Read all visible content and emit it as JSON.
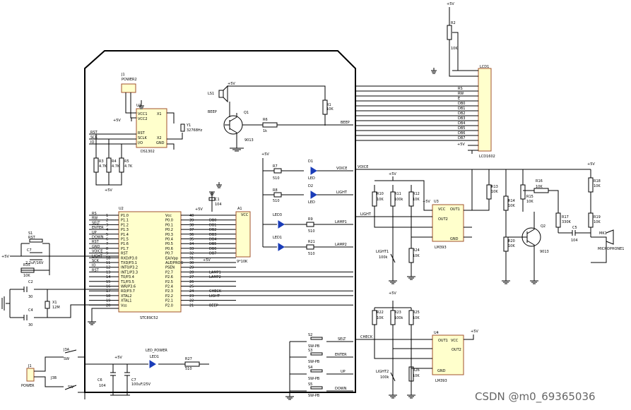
{
  "watermark": "CSDN @m0_69365036",
  "vcc": "+5V",
  "mcu": {
    "ref": "U2",
    "part": "STC89C52",
    "left": [
      "RS",
      "RW",
      "SELT",
      "ENTER",
      "UP",
      "DOWN",
      "RST",
      "GND",
      "VOICE",
      "LIGHT",
      "SCK",
      "IO",
      "RST",
      "",
      ""
    ],
    "lpins": [
      "P1.0",
      "P1.1",
      "P1.2",
      "P1.3",
      "P1.4",
      "P1.5",
      "P1.6",
      "P1.7",
      "RST",
      "RXD/P3.0",
      "TXD/P3.1",
      "INT0/P3.2",
      "INT1/P3.3",
      "T0/P3.4",
      "T1/P3.5",
      "WR/P3.6",
      "RD/P3.7",
      "XTAL2",
      "XTAL1",
      "Vss"
    ],
    "rpins": [
      "Vcc",
      "P0.0",
      "P0.1",
      "P0.2",
      "P0.3",
      "P0.4",
      "P0.5",
      "P0.6",
      "P0.7",
      "EA/Vpp",
      "ALE/PROG",
      "PSEN",
      "P2.7",
      "P2.6",
      "P2.5",
      "P2.4",
      "P2.3",
      "P2.2",
      "P2.1",
      "P2.0"
    ],
    "right": [
      "",
      "DB0",
      "DB1",
      "DB2",
      "DB3",
      "DB4",
      "DB5",
      "DB6",
      "DB7",
      "",
      "",
      "",
      "LAMP1",
      "LAMP2",
      "",
      "",
      "CHECK",
      "LIGHT",
      "",
      "BEEP"
    ]
  },
  "rtc": {
    "ref": "U1",
    "part": "DS1302",
    "pins": [
      "VCC1",
      "VCC2",
      "RST",
      "SCLK",
      "I/O",
      "X1",
      "X2",
      "GND"
    ],
    "crystal": "Y1",
    "crystal_value": "32768Hz",
    "battery": "J1",
    "battery_label": "POWER2"
  },
  "lcd": {
    "ref": "LCD1",
    "part": "LCD1602",
    "pins": [
      "",
      "",
      "RS",
      "RW",
      "E",
      "DB0",
      "DB1",
      "DB2",
      "DB3",
      "DB4",
      "DB5",
      "DB6",
      "DB7",
      "",
      "",
      ""
    ]
  },
  "resistors": [
    {
      "ref": "R2",
      "val": "10K"
    },
    {
      "ref": "R1",
      "val": "10K"
    },
    {
      "ref": "R6",
      "val": "1k"
    },
    {
      "ref": "R3",
      "val": "4.7K"
    },
    {
      "ref": "R4",
      "val": "4.7K"
    },
    {
      "ref": "R5",
      "val": "4.7K"
    },
    {
      "ref": "R7",
      "val": "510"
    },
    {
      "ref": "R8",
      "val": "510"
    },
    {
      "ref": "R9",
      "val": "510"
    },
    {
      "ref": "R21",
      "val": "510"
    },
    {
      "ref": "R10",
      "val": "10K"
    },
    {
      "ref": "R11",
      "val": "100k"
    },
    {
      "ref": "R12",
      "val": "10K"
    },
    {
      "ref": "R24",
      "val": "10K"
    },
    {
      "ref": "R13",
      "val": "10K"
    },
    {
      "ref": "R14",
      "val": "10K"
    },
    {
      "ref": "R20",
      "val": "10K"
    },
    {
      "ref": "R16",
      "val": "10K"
    },
    {
      "ref": "R15",
      "val": "10K"
    },
    {
      "ref": "R17",
      "val": "330K"
    },
    {
      "ref": "R18",
      "val": "10K"
    },
    {
      "ref": "R19",
      "val": "10K"
    },
    {
      "ref": "R22",
      "val": "10K"
    },
    {
      "ref": "R23",
      "val": "100k"
    },
    {
      "ref": "R25",
      "val": "10K"
    },
    {
      "ref": "R26",
      "val": "10K"
    },
    {
      "ref": "R27",
      "val": "510"
    },
    {
      "ref": "R35",
      "val": "10K"
    }
  ],
  "labels": {
    "beep": "BEEP",
    "ls1": "LS1",
    "ls1_part": "BEEP",
    "q1": "Q1",
    "q1_part": "9013",
    "q2": "Q2",
    "q2_part": "9013",
    "d1": "D1",
    "d2": "D2",
    "led3": "LED3",
    "led1": "LED1",
    "led": "LED",
    "voice": "VOICE",
    "light": "LIGHT",
    "lamp1": "LAMP1",
    "lamp2": "LAMP2",
    "u3": "U3",
    "u3_part": "LM393",
    "u4": "U4",
    "u4_part": "LM393",
    "light1": "LIGHT1",
    "light1_val": "100k",
    "light2": "LIGHT2",
    "light2_val": "100k",
    "mk1": "MK1",
    "mic": "MICROPHONE1",
    "c5": "C5",
    "c5_val": "104",
    "c1": "C1",
    "c1_val": "104",
    "a1": "A1",
    "a1_part": "9*10K",
    "s1": "S1",
    "rst": "RST",
    "c7": "C7",
    "c7_val": "2.2uF/16V",
    "c2": "C2",
    "c2_val": "30",
    "c4": "C4",
    "c4_val": "30",
    "x1": "X1",
    "x1_val": "12M",
    "check": "CHECK",
    "selt": "SELT",
    "enter": "ENTER",
    "up": "UP",
    "down": "DOWN",
    "sw": "SW-PB",
    "s2": "S2",
    "s3": "S3",
    "s4": "S4",
    "s5": "S5",
    "j1": "J1",
    "power": "POWER",
    "j3a": "J3A",
    "j3b": "J3B",
    "sw_label": "SW",
    "c6": "C6",
    "c6_val": "104",
    "c8": "C7",
    "c8_val": "100uF/25V",
    "led_power": "LED_POWER",
    "d_power": "LED1",
    "out1": "OUT1",
    "out2": "OUT2",
    "gnd": "GND",
    "vcc_pin": "VCC"
  }
}
